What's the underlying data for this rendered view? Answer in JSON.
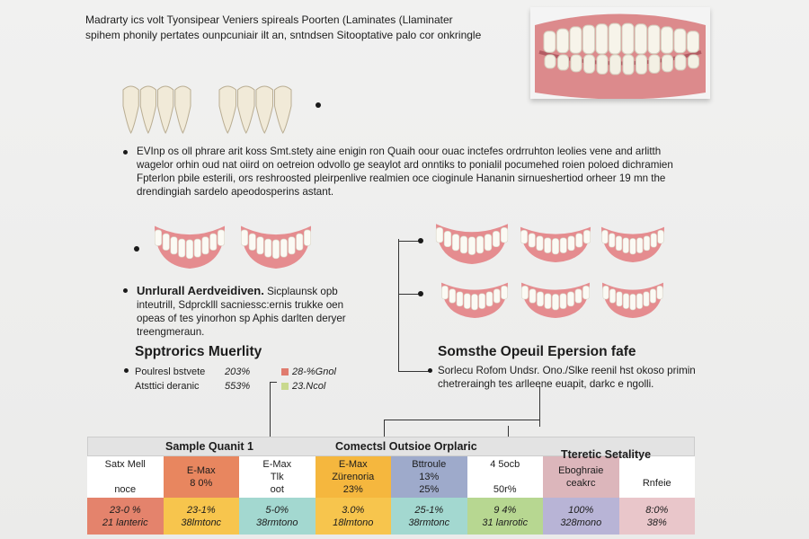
{
  "header": {
    "lines": [
      "Madrarty ics volt Tyonsipear Veniers spireals Poorten (Laminates (Llaminater",
      "spihem phonily pertates ounpcuniair ilt an, sntndsen Sitooptative palo cor onkringle"
    ]
  },
  "intro": {
    "lines": [
      "EVInp os oll phrare arit koss Smt.stety aine  enigin ron Quaih oour ouac inctefes ordrruhton leolies vene and arlitth",
      "wagelor orhin oud nat oiird on oetreion odvollo ge seaylot ard onntiks to ponialil pocumehed roien poloed dichramien",
      "Fpterlon pbile esterili, ors reshroosted pleirpenlive realmien oce cioginule Hananin sirnueshertiod orheer 19 mn the",
      "drendingiah sardelo apeodosperins astant."
    ]
  },
  "left_section": {
    "heading": "Unrlurall Aerdveidiven.",
    "lines": [
      "Sicplaunsk opb",
      "inteutrill, Sdprcklll sacniessc:ernis trukke oen",
      "opeas of tes yinorhon sp Aphis darlten deryer",
      "treengmeraun."
    ]
  },
  "stats": {
    "heading": "Spptrorics Muerlity",
    "rows": [
      {
        "label": "Poulresl bstvete",
        "value": "203%",
        "legend": "28-%Gnol",
        "color": "#e07b6e"
      },
      {
        "label": "Atsttici deranic",
        "value": "553%",
        "legend": "23.Ncol",
        "color": "#c9d98e"
      }
    ]
  },
  "right_section": {
    "heading": "Somsthe Opeuil Epersion fafe",
    "lines": [
      "Sorlecu Rofom Undsr. Ono./Slke reenil hst okoso primin",
      "chetreraingh tes arlleene euapit, darkc e ngolli."
    ]
  },
  "table": {
    "headers": [
      "Sample Quanit 1",
      "Comectsl Outsioe Orplaric",
      "Tteretic Setalitye"
    ],
    "row1": [
      {
        "text": [
          "Satx Mell",
          "",
          "noce"
        ],
        "bg": "#ffffff"
      },
      {
        "text": [
          "E-Max",
          "8 0%"
        ],
        "bg": "#e8865f"
      },
      {
        "text": [
          "E-Max",
          "Tlk",
          "oot"
        ],
        "bg": "#ffffff"
      },
      {
        "text": [
          "E-Max",
          "Zürenoria",
          "23%"
        ],
        "bg": "#f5b73e"
      },
      {
        "text": [
          "Bttroule",
          "13%",
          "25%"
        ],
        "bg": "#9eaacb"
      },
      {
        "text": [
          "4 5ocb",
          "",
          "50r%"
        ],
        "bg": "#ffffff"
      },
      {
        "text": [
          "Eboghraie",
          "ceakrc"
        ],
        "bg": "#dcb6bb"
      },
      {
        "text": [
          "",
          "Rnfeie"
        ],
        "bg": "#ffffff"
      }
    ],
    "row2": [
      {
        "text": [
          "23-0 %",
          "21 lanteric"
        ],
        "bg": "#e4836c"
      },
      {
        "text": [
          "23-1%",
          "38lmtonc"
        ],
        "bg": "#f7c54d"
      },
      {
        "text": [
          "5-0%",
          "38rmtono"
        ],
        "bg": "#a3d8d0"
      },
      {
        "text": [
          "3.0%",
          "18lmtono"
        ],
        "bg": "#f7c54d"
      },
      {
        "text": [
          "25-1%",
          "38rmtonc"
        ],
        "bg": "#a3d8d0"
      },
      {
        "text": [
          "9 4%",
          "31 lanrotic"
        ],
        "bg": "#b7d791"
      },
      {
        "text": [
          "100%",
          "328mono"
        ],
        "bg": "#b8b4d6"
      },
      {
        "text": [
          "8:0%",
          "38%"
        ],
        "bg": "#e9c6ca"
      }
    ]
  }
}
